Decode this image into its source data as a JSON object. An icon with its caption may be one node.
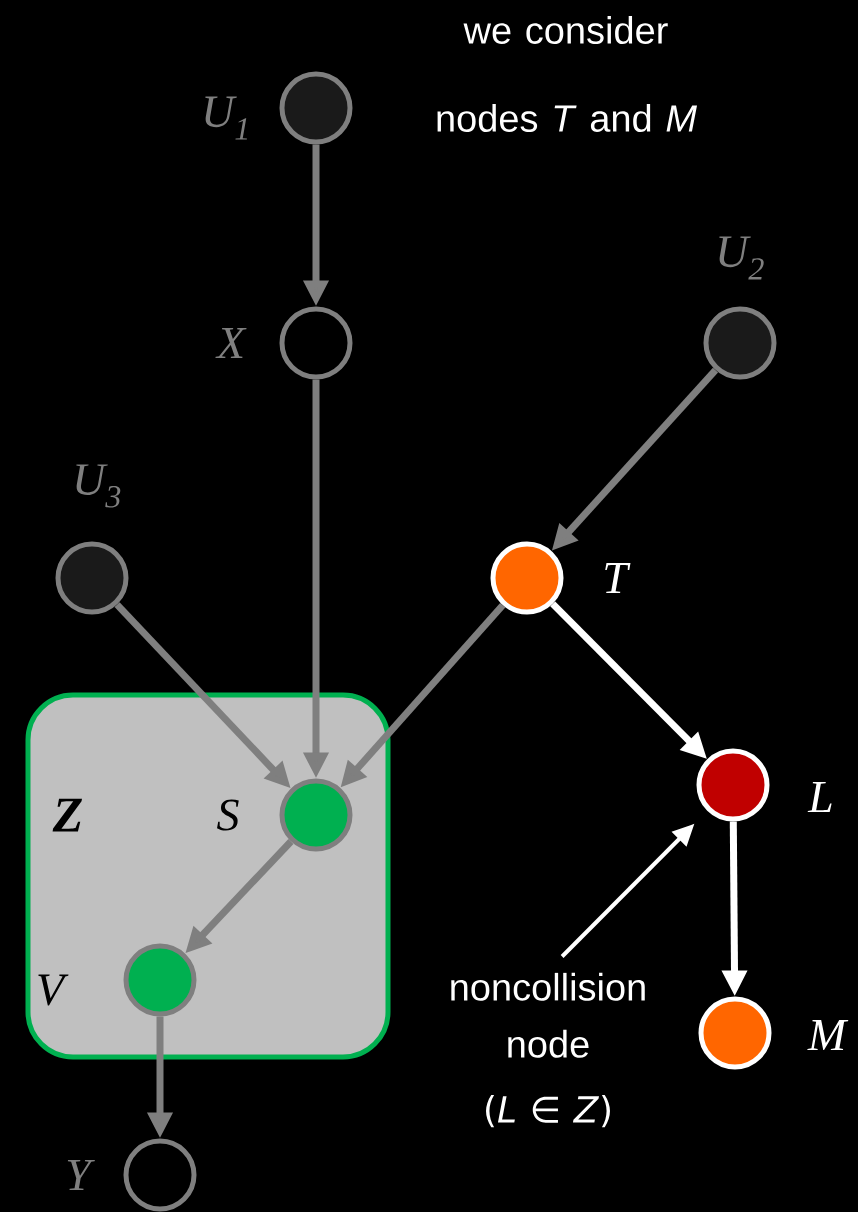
{
  "diagram": {
    "nodes": [
      {
        "text": [],
        "shape": "circle",
        "beside": [
          "U$_{1}$"
        ]
      },
      {
        "text": [],
        "shape": "circle",
        "beside": [
          "X"
        ]
      },
      {
        "text": [],
        "shape": "circle",
        "beside": [
          "U$_{2}$"
        ]
      },
      {
        "text": [],
        "shape": "circle",
        "beside": [
          "U$_{3}$"
        ]
      },
      {
        "text": [],
        "shape": "circle",
        "beside": [
          "T"
        ]
      },
      {
        "text": [
          "Z"
        ]
      },
      {
        "text": [],
        "shape": "circle",
        "beside": [
          "S"
        ],
        "in": 5
      },
      {
        "text": [],
        "shape": "circle",
        "beside": [
          "L"
        ]
      },
      {
        "text": [],
        "shape": "circle",
        "beside": [
          "V"
        ],
        "in": 5
      },
      {
        "text": [],
        "shape": "circle",
        "beside": [
          "M"
        ]
      },
      {
        "text": [],
        "shape": "circle",
        "beside": [
          "Y"
        ]
      },
      {
        "text": [
          "noncollision node",
          "(*L* ∈ *Z*)"
        ]
      }
    ],
    "edges": [
      {
        "from": 0,
        "to": 1,
        "arrow": "to"
      },
      {
        "from": 1,
        "to": 6,
        "arrow": "to"
      },
      {
        "from": 2,
        "to": 4,
        "arrow": "to"
      },
      {
        "from": 3,
        "to": 6,
        "arrow": "to"
      },
      {
        "from": 4,
        "to": 6,
        "arrow": "to"
      },
      {
        "from": 4,
        "to": 7,
        "arrow": "to",
        "color": "#ffffff"
      },
      {
        "from": 6,
        "to": 8,
        "arrow": "to"
      },
      {
        "from": 8,
        "to": 10,
        "arrow": "to"
      },
      {
        "from": 7,
        "to": 9,
        "arrow": "to",
        "color": "#ffffff"
      },
      {
        "from": 11,
        "to": 7,
        "arrow": "to",
        "color": "#ffffff"
      }
    ],
    "labels": [
      "we consider nodes *T* and *M*"
    ]
  }
}
